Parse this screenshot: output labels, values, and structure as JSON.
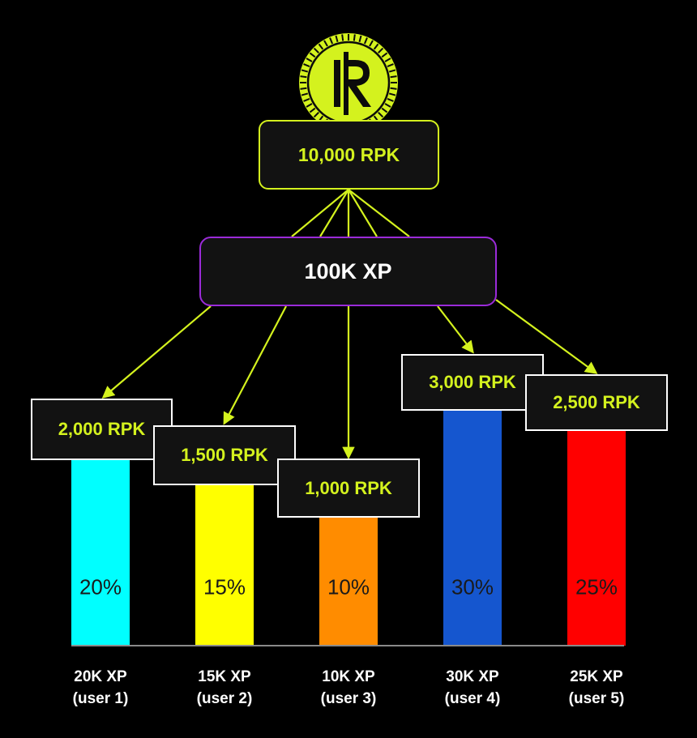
{
  "colors": {
    "background": "#000000",
    "accent": "#d4f21e",
    "xp_border": "#9b2bd9",
    "box_fill": "#121212"
  },
  "logo": {
    "icon": "rpk-coin-icon",
    "letter": "R"
  },
  "pool": {
    "label": "10,000 RPK"
  },
  "xp_total": {
    "label": "100K XP"
  },
  "users": [
    {
      "xp": "20K XP",
      "user": "(user 1)",
      "percent": "20%",
      "share": 20,
      "reward": "2,000 RPK",
      "color": "#00ffff"
    },
    {
      "xp": "15K XP",
      "user": "(user 2)",
      "percent": "15%",
      "share": 15,
      "reward": "1,500 RPK",
      "color": "#ffff00"
    },
    {
      "xp": "10K XP",
      "user": "(user 3)",
      "percent": "10%",
      "share": 10,
      "reward": "1,000 RPK",
      "color": "#ff8c00"
    },
    {
      "xp": "30K XP",
      "user": "(user 4)",
      "percent": "30%",
      "share": 30,
      "reward": "3,000 RPK",
      "color": "#1556cf"
    },
    {
      "xp": "25K XP",
      "user": "(user 5)",
      "percent": "25%",
      "share": 25,
      "reward": "2,500 RPK",
      "color": "#ff0000"
    }
  ]
}
